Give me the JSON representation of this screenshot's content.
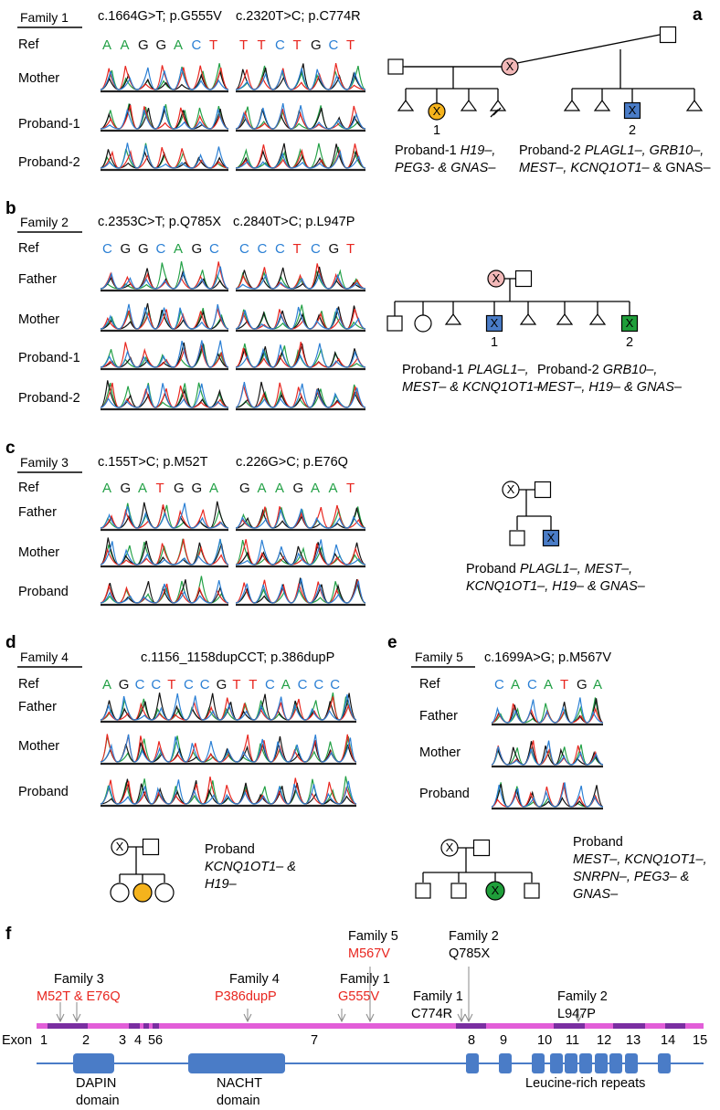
{
  "panels": {
    "a": {
      "letter": "a",
      "family": "Family 1",
      "mutation1": "c.1664G>T; p.G555V",
      "mutation2": "c.2320T>C; p.C774R",
      "rows": [
        "Ref",
        "Mother",
        "Proband-1",
        "Proband-2"
      ],
      "seq1": [
        "A",
        "A",
        "G",
        "G",
        "A",
        "C",
        "T"
      ],
      "seq2": [
        "T",
        "T",
        "C",
        "T",
        "G",
        "C",
        "T"
      ],
      "ped_label1": "1",
      "ped_label2": "2",
      "caption1": [
        "Proband-1 ",
        "H19–,",
        "PEG3- & GNAS–"
      ],
      "caption2": [
        "Proband-2 ",
        "PLAGL1–, GRB10–,",
        "MEST–, KCNQ1OT1–",
        " & GNAS–"
      ]
    },
    "b": {
      "letter": "b",
      "family": "Family 2",
      "mutation1": "c.2353C>T; p.Q785X",
      "mutation2": "c.2840T>C; p.L947P",
      "rows": [
        "Ref",
        "Father",
        "Mother",
        "Proband-1",
        "Proband-2"
      ],
      "seq1": [
        "C",
        "G",
        "G",
        "C",
        "A",
        "G",
        "C"
      ],
      "seq2": [
        "C",
        "C",
        "C",
        "T",
        "C",
        "G",
        "T"
      ],
      "ped_label1": "1",
      "ped_label2": "2",
      "caption1": [
        "Proband-1 ",
        "PLAGL1–,",
        "MEST– & KCNQ1OT1–"
      ],
      "caption2": [
        "Proband-2 ",
        "GRB10–,",
        "MEST–, H19– & GNAS–"
      ]
    },
    "c": {
      "letter": "c",
      "family": "Family 3",
      "mutation1": "c.155T>C; p.M52T",
      "mutation2": "c.226G>C; p.E76Q",
      "rows": [
        "Ref",
        "Father",
        "Mother",
        "Proband"
      ],
      "seq1": [
        "A",
        "G",
        "A",
        "T",
        "G",
        "G",
        "A"
      ],
      "seq2": [
        "G",
        "A",
        "A",
        "G",
        "A",
        "A",
        "T"
      ],
      "caption": [
        "Proband  ",
        "PLAGL1–, MEST–,",
        "KCNQ1OT1–, H19– & GNAS–"
      ]
    },
    "d": {
      "letter": "d",
      "family": "Family 4",
      "mutation": "c.1156_1158dupCCT; p.386dupP",
      "rows": [
        "Ref",
        "Father",
        "Mother",
        "Proband"
      ],
      "seq": [
        "A",
        "G",
        "C",
        "C",
        "T",
        "C",
        "C",
        "G",
        "T",
        "T",
        "C",
        "A",
        "C",
        "C",
        "C"
      ],
      "caption": [
        "Proband",
        "KCNQ1OT1– &",
        "H19–"
      ]
    },
    "e": {
      "letter": "e",
      "family": "Family 5",
      "mutation": "c.1699A>G; p.M567V",
      "rows": [
        "Ref",
        "Father",
        "Mother",
        "Proband"
      ],
      "seq": [
        "C",
        "A",
        "C",
        "A",
        "T",
        "G",
        "A"
      ],
      "caption": [
        "Proband",
        "MEST–, KCNQ1OT1–,",
        "SNRPN–, PEG3– &",
        "GNAS–"
      ]
    },
    "f": {
      "letter": "f",
      "arrows": [
        {
          "family": "Family 3",
          "variant": "M52T & E76Q",
          "red": true
        },
        {
          "family": "Family 4",
          "variant": "P386dupP",
          "red": true
        },
        {
          "family": "Family 1",
          "variant": "G555V",
          "red": true
        },
        {
          "family": "Family 5",
          "variant": "M567V",
          "red": true
        },
        {
          "family": "Family 1",
          "variant": "C774R",
          "red": false
        },
        {
          "family": "Family 2",
          "variant": "Q785X",
          "red": false
        },
        {
          "family": "Family 2",
          "variant": "L947P",
          "red": false
        }
      ],
      "exon_title": "Exon",
      "exons": [
        "1",
        "2",
        "3",
        "4",
        "5",
        "6",
        "7",
        "8",
        "9",
        "10",
        "11",
        "12",
        "13",
        "14",
        "15"
      ],
      "domains": [
        [
          "DAPIN",
          "domain"
        ],
        [
          "NACHT",
          "domain"
        ],
        [
          "Leucine-rich repeats"
        ]
      ]
    }
  },
  "colors": {
    "A": "#22a045",
    "G": "#111111",
    "C": "#2a7fd4",
    "T": "#e8261f",
    "affected_orange": "#f5b31c",
    "affected_blue": "#4a7cc7",
    "affected_green": "#1f9e3a",
    "carrier_pink": "#f2b8b8",
    "exon_bar": "#e25ed8",
    "exon_dark": "#7a2ea1",
    "domain_blue": "#4a7cc7"
  }
}
